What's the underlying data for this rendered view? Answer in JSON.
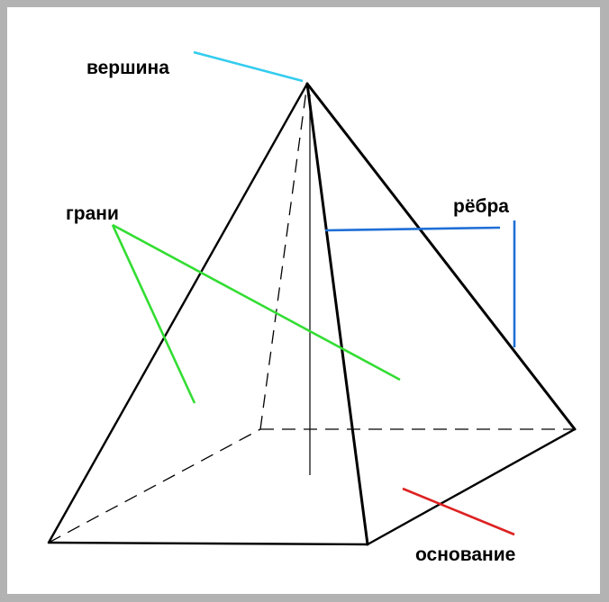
{
  "labels": {
    "apex": "вершина",
    "faces": "грани",
    "edges": "рёбра",
    "base": "основание"
  },
  "colors": {
    "frame": "#b3b3b3",
    "background": "#ffffff",
    "edge_line": "#000000",
    "apex_pointer": "#33ccee",
    "faces_pointer": "#33dd33",
    "edges_pointer": "#1f6fd6",
    "base_pointer": "#dd2222"
  }
}
